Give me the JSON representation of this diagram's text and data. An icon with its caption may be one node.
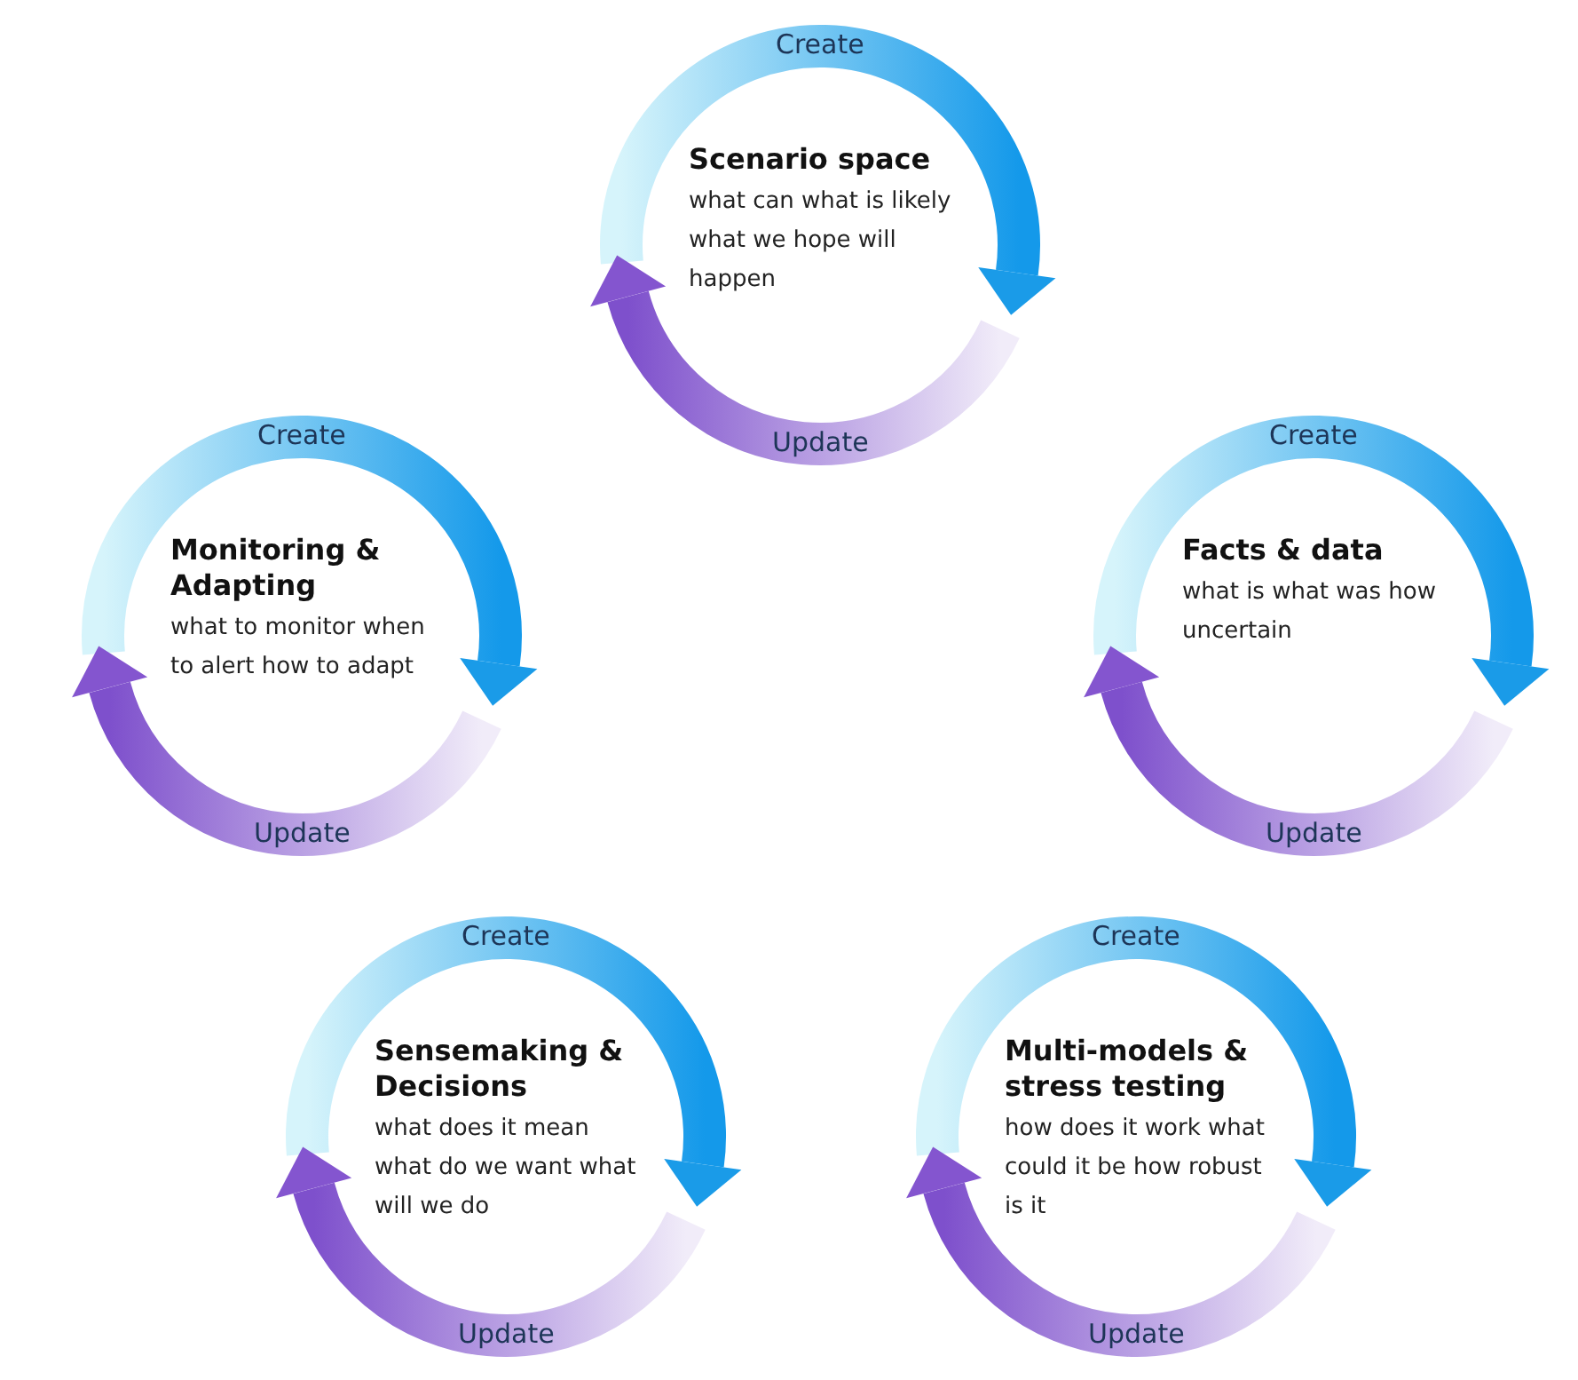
{
  "diagram": {
    "nodes": [
      {
        "text": [
          "Scenario space",
          "what can what is likely what we hope will happen"
        ]
      },
      {
        "text": [
          "Monitoring & Adapting",
          "what to monitor when to alert how to adapt"
        ]
      },
      {
        "text": [
          "Facts & data",
          "what is what was how uncertain"
        ]
      },
      {
        "text": [
          "Sensemaking & Decisions",
          "what does it mean what do we want what will we do"
        ]
      },
      {
        "text": [
          "Multi-models & stress testing",
          "how does it work what could it be how robust is it"
        ]
      }
    ],
    "edges": [],
    "labels": [
      "Create",
      "Update",
      "Create",
      "Update",
      "Create",
      "Update",
      "Create",
      "Update",
      "Create",
      "Update"
    ]
  }
}
